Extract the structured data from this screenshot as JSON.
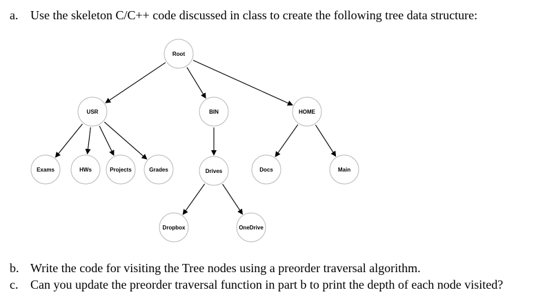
{
  "questions": {
    "a": {
      "marker": "a.",
      "text": "Use the skeleton C/C++ code discussed in class to create the following tree data structure:"
    },
    "b": {
      "marker": "b.",
      "text": "Write the code for visiting the Tree nodes using a preorder traversal algorithm."
    },
    "c": {
      "marker": "c.",
      "text": "Can you update the preorder traversal function in part b to print the depth of each node visited?"
    }
  },
  "tree": {
    "nodes": {
      "root": "Root",
      "usr": "USR",
      "bin": "BIN",
      "home": "HOME",
      "exams": "Exams",
      "hws": "HWs",
      "projects": "Projects",
      "grades": "Grades",
      "drives": "Drives",
      "docs": "Docs",
      "main": "Main",
      "dropbox": "Dropbox",
      "onedrive": "OneDrive"
    },
    "edges": [
      [
        "root",
        "usr"
      ],
      [
        "root",
        "bin"
      ],
      [
        "root",
        "home"
      ],
      [
        "usr",
        "exams"
      ],
      [
        "usr",
        "hws"
      ],
      [
        "usr",
        "projects"
      ],
      [
        "usr",
        "grades"
      ],
      [
        "bin",
        "drives"
      ],
      [
        "home",
        "docs"
      ],
      [
        "home",
        "main"
      ],
      [
        "drives",
        "dropbox"
      ],
      [
        "drives",
        "onedrive"
      ]
    ]
  }
}
